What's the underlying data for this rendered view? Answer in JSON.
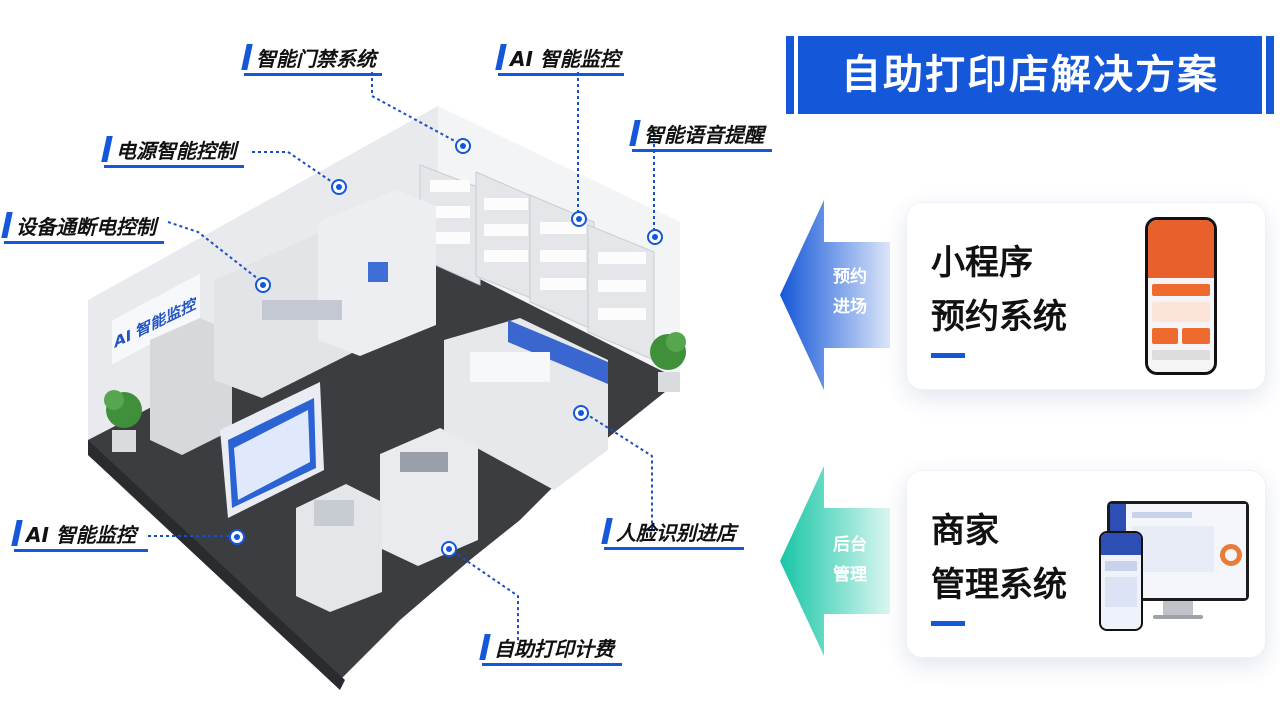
{
  "title": "自助打印店解决方案",
  "labels": {
    "access_control": "智能门禁系统",
    "ai_monitor_top": "AI 智能监控",
    "power_control": "电源智能控制",
    "voice_reminder": "智能语音提醒",
    "device_power": "设备通断电控制",
    "ai_monitor_bottom": "AI 智能监控",
    "face_recognition": "人脸识别进店",
    "self_print_billing": "自助打印计费"
  },
  "wall_sign": "AI 智能监控",
  "reservation": {
    "arrow_text": [
      "预约",
      "进场"
    ],
    "title_lines": [
      "小程序",
      "预约系统"
    ]
  },
  "backend": {
    "arrow_text": [
      "后台",
      "管理"
    ],
    "title_lines": [
      "商家",
      "管理系统"
    ]
  },
  "colors": {
    "accent": "#1457d8",
    "teal": "#1fc8a8",
    "floor": "#3c3d41"
  }
}
